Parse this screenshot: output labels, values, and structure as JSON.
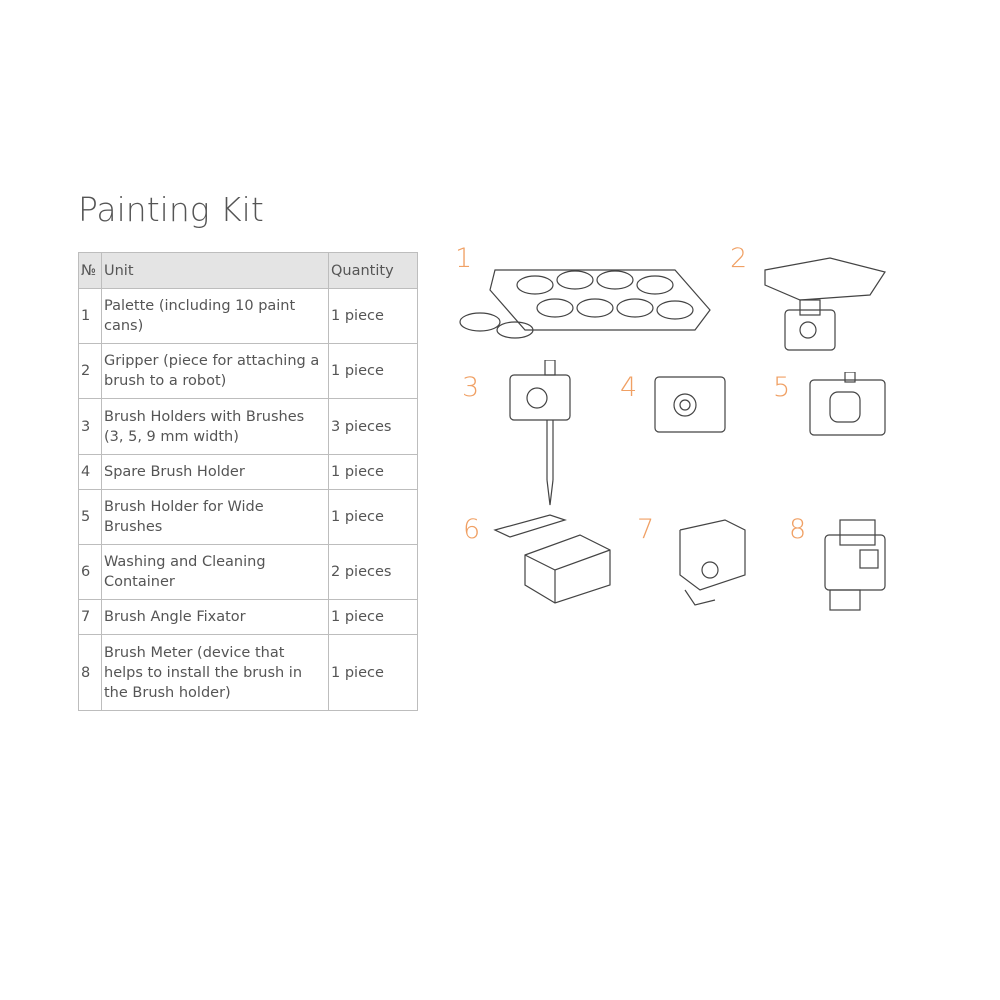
{
  "title": "Painting Kit",
  "table": {
    "headers": [
      "№",
      "Unit",
      "Quantity"
    ],
    "rows": [
      {
        "no": "1",
        "unit": "Palette (including 10 paint cans)",
        "qty": "1 piece"
      },
      {
        "no": "2",
        "unit": "Gripper (piece for attaching a brush to a robot)",
        "qty": "1 piece"
      },
      {
        "no": "3",
        "unit": "Brush Holders with Brushes (3, 5, 9 mm width)",
        "qty": "3 pieces"
      },
      {
        "no": "4",
        "unit": "Spare Brush Holder",
        "qty": "1 piece"
      },
      {
        "no": "5",
        "unit": "Brush Holder for Wide Brushes",
        "qty": "1 piece"
      },
      {
        "no": "6",
        "unit": "Washing and Cleaning Container",
        "qty": "2 pieces"
      },
      {
        "no": "7",
        "unit": "Brush Angle Fixator",
        "qty": "1 piece"
      },
      {
        "no": "8",
        "unit": "Brush Meter (device that helps to install the brush in the Brush holder)",
        "qty": "1 piece"
      }
    ]
  },
  "figure_labels": [
    "1",
    "2",
    "3",
    "4",
    "5",
    "6",
    "7",
    "8"
  ],
  "accent_color": "#f0a064"
}
